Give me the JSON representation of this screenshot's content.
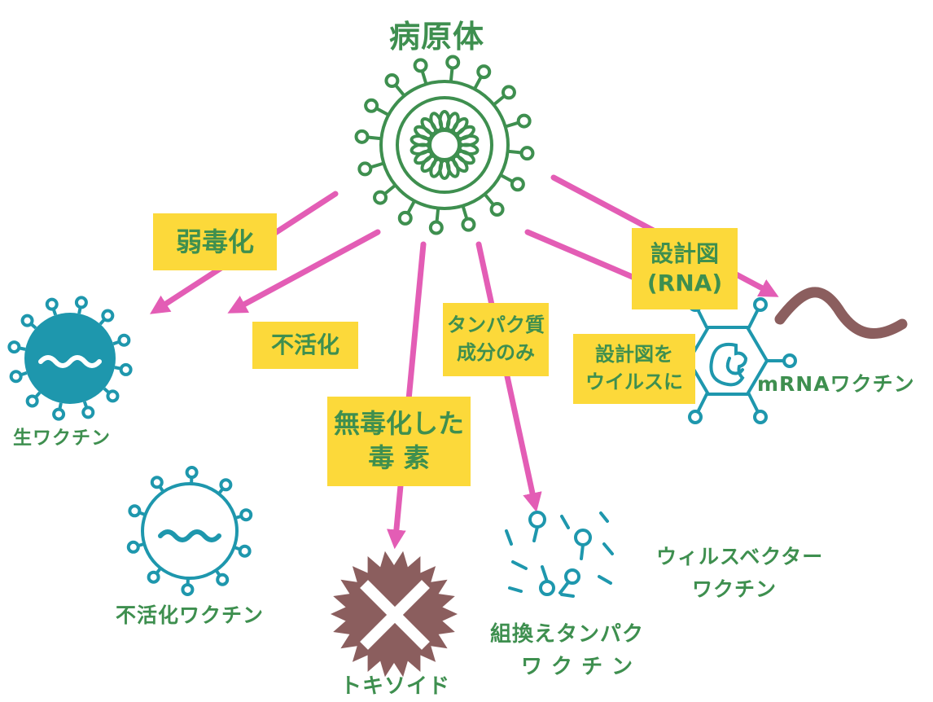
{
  "colors": {
    "green": "#3e8f4f",
    "pink": "#e35db5",
    "yellow": "#fcd93a",
    "teal": "#1e97ad",
    "brown": "#8b5e5e"
  },
  "center": {
    "title": "病原体",
    "icon": "pathogen-virus-icon"
  },
  "methods": {
    "attenuate": "弱毒化",
    "inactivate": "不活化",
    "detoxify_line1": "無毒化した",
    "detoxify_line2": "毒 素",
    "protein_line1": "タンパク質",
    "protein_line2": "成分のみ",
    "viral_vector_line1": "設計図を",
    "viral_vector_line2": "ウイルスに",
    "mrna_line1": "設計図",
    "mrna_line2": "(RNA)"
  },
  "vaccines": {
    "live": "生ワクチン",
    "inactivated": "不活化ワクチン",
    "toxoid": "トキソイド",
    "recombinant_line1": "組換えタンパク",
    "recombinant_line2": "ワ ク チ ン",
    "viral_vector_line1": "ウィルスベクター",
    "viral_vector_line2": "ワクチン",
    "mrna": "mRNAワクチン"
  }
}
